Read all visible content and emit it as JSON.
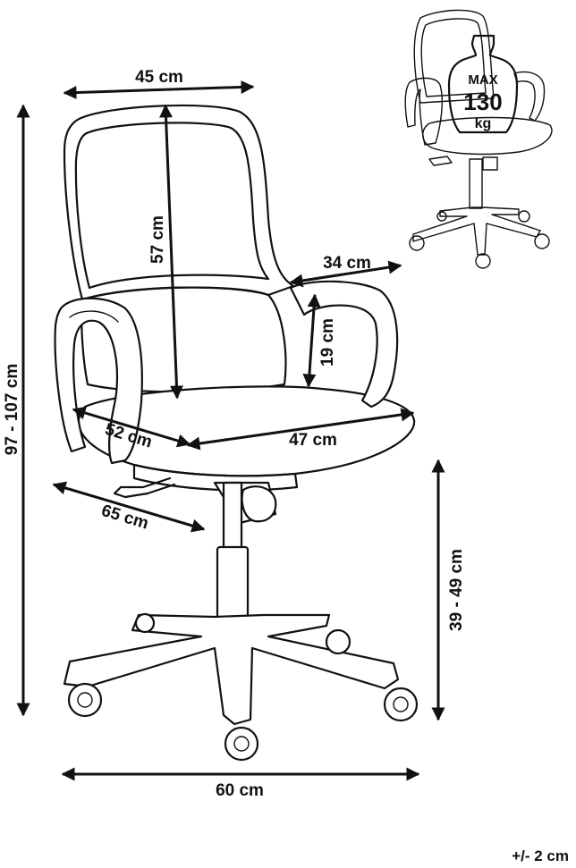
{
  "dimensions": {
    "seat_width_top": "45 cm",
    "backrest_height": "57 cm",
    "overall_height": "97 - 107 cm",
    "armrest_length": "34 cm",
    "armrest_height": "19 cm",
    "seat_depth": "52 cm",
    "seat_width": "47 cm",
    "overall_depth": "65 cm",
    "seat_height": "39 - 49 cm",
    "base_width": "60 cm"
  },
  "tolerance": "+/- 2 cm",
  "weight_badge": {
    "line1": "MAX",
    "line2": "130",
    "line3": "kg"
  },
  "colors": {
    "ink": "#111111",
    "background": "#ffffff"
  }
}
